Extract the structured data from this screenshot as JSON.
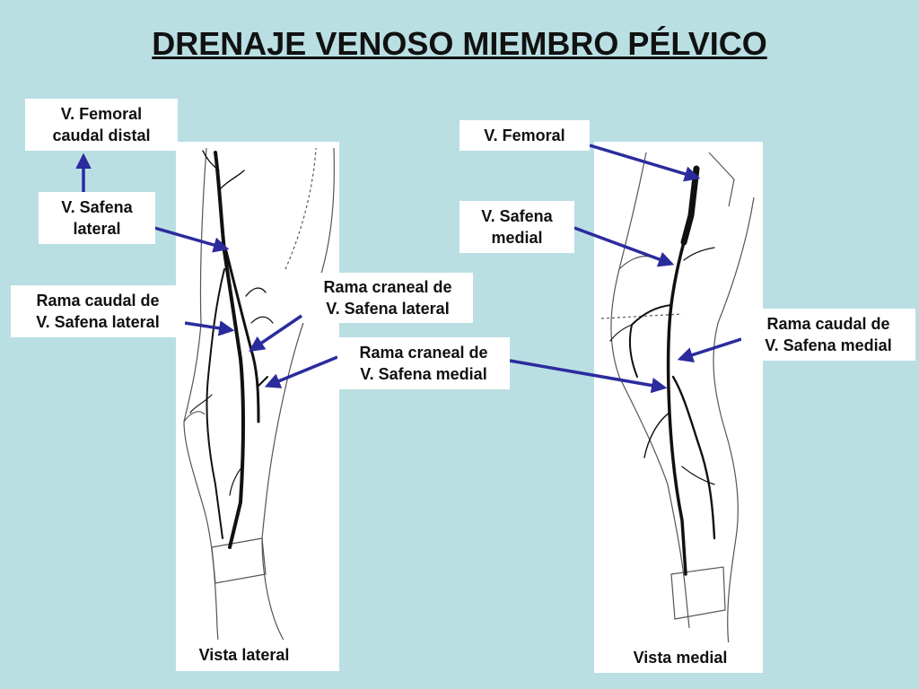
{
  "title": "DRENAJE VENOSO MIEMBRO PÉLVICO",
  "labels": {
    "femoral_caudal_distal": "V. Femoral\ncaudal distal",
    "safena_lateral": "V. Safena\nlateral",
    "rama_caudal_lateral": "Rama caudal de\nV. Safena lateral",
    "rama_craneal_lateral": "Rama craneal de\nV. Safena lateral",
    "rama_craneal_medial": "Rama craneal de\nV. Safena medial",
    "femoral": "V. Femoral",
    "safena_medial": "V. Safena\nmedial",
    "rama_caudal_medial": "Rama caudal de\nV. Safena medial",
    "vista_lateral": "Vista lateral",
    "vista_medial": "Vista medial"
  },
  "colors": {
    "background": "#b9dfe3",
    "arrow": "#2b2b9e",
    "vein": "#111111"
  }
}
